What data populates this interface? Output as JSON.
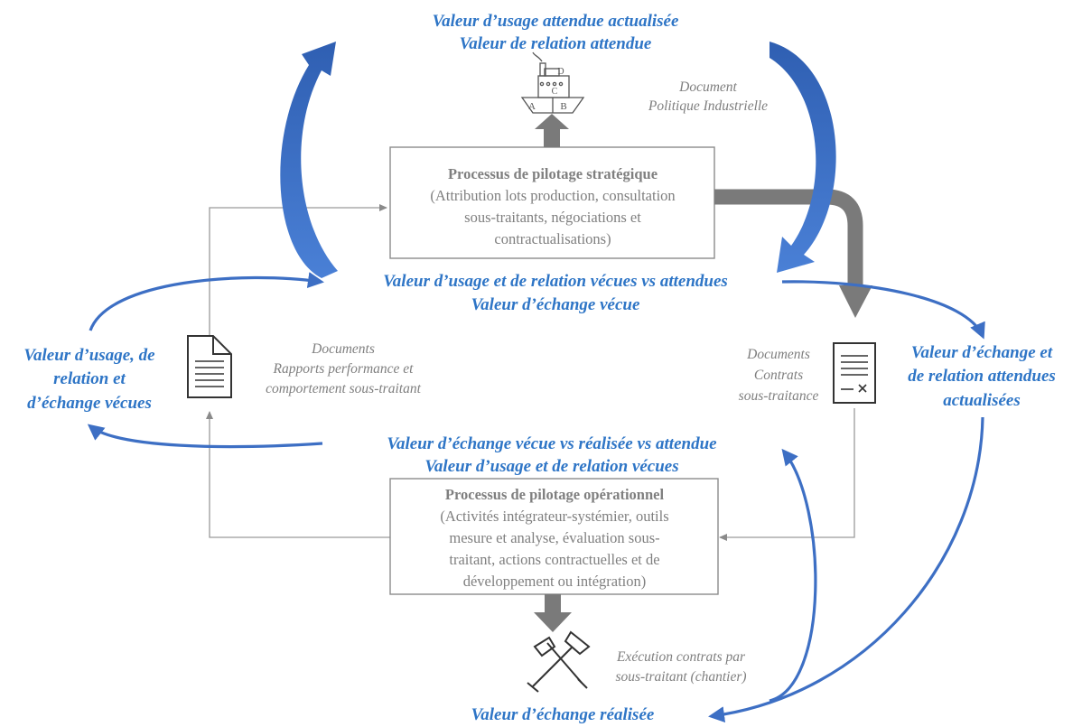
{
  "strategic_box": {
    "title": "Processus de pilotage stratégique",
    "lines": [
      "(Attribution lots production, consultation",
      "sous-traitants, négociations et",
      "contractualisations)"
    ]
  },
  "operational_box": {
    "title": "Processus de pilotage opérationnel",
    "lines": [
      "(Activités intégrateur-systémier, outils",
      "mesure et analyse, évaluation sous-",
      "traitant, actions contractuelles et de",
      "développement ou intégration)"
    ]
  },
  "top_value": [
    "Valeur d’usage attendue actualisée",
    "Valeur de relation attendue"
  ],
  "center_value_upper": [
    "Valeur d’usage et de relation vécues vs attendues",
    "Valeur d’échange vécue"
  ],
  "center_value_lower": [
    "Valeur d’échange vécue vs réalisée vs attendue",
    "Valeur d’usage et de relation vécues"
  ],
  "left_value": [
    "Valeur d’usage, de",
    "relation et",
    "d’échange vécues"
  ],
  "right_value": [
    "Valeur d’échange et",
    "de relation attendues",
    "actualisées"
  ],
  "bottom_value": "Valeur d’échange réalisée",
  "doc_policy": [
    "Document",
    "Politique Industrielle"
  ],
  "doc_reports": [
    "Documents",
    "Rapports performance et",
    "comportement sous-traitant"
  ],
  "doc_contracts": [
    "Documents",
    "Contrats",
    "sous-traitance"
  ],
  "execution_note": [
    "Exécution contrats par",
    "sous-traitant (chantier)"
  ],
  "ship_labels": {
    "a": "A",
    "b": "B",
    "c": "C",
    "d": "D"
  },
  "colors": {
    "value_blue": "#2e75c6",
    "arrow_blue": "#3d6fc4",
    "arrow_grey": "#7a7a7a",
    "text_grey": "#7f7f7f"
  }
}
